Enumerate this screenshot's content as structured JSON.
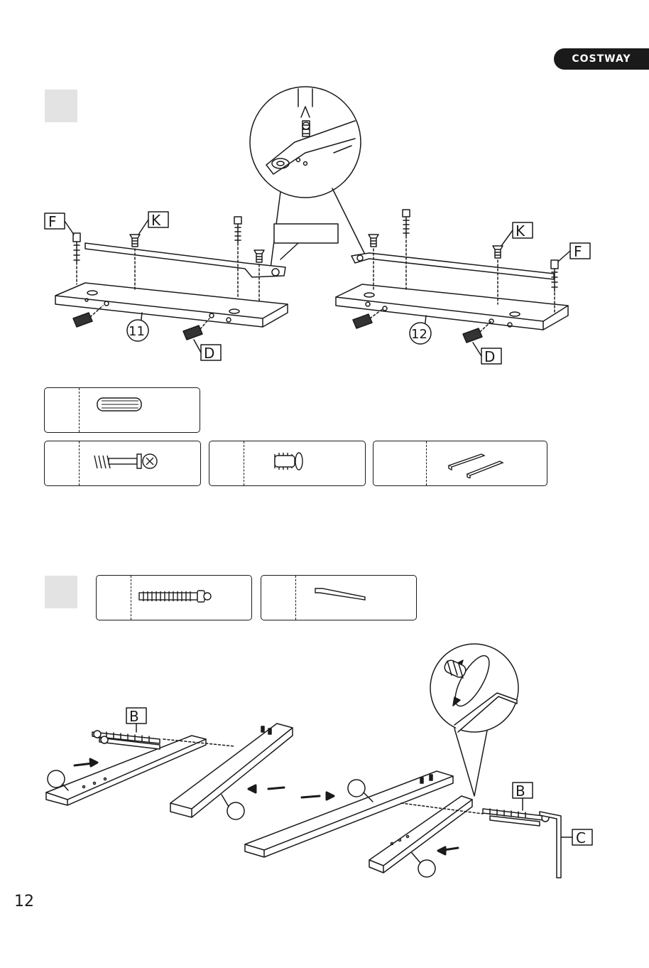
{
  "brand": {
    "logo_text": "COSTWAY"
  },
  "page_number": "12",
  "step1": {
    "part_labels": {
      "F_left": "F",
      "K_left": "K",
      "K_right": "K",
      "F_right": "F",
      "D_left": "D",
      "D_right": "D"
    },
    "panel_numbers": {
      "left": "11",
      "right": "12"
    }
  },
  "step2": {
    "part_labels": {
      "B_left": "B",
      "B_right": "B",
      "C": "C"
    }
  },
  "icons": [
    "dowel-icon",
    "cam-bolt-icon",
    "screw-icon",
    "slide-rail-icon",
    "long-bolt-icon",
    "hex-key-icon",
    "rotate-arrow-icon",
    "push-arrow-icon"
  ]
}
